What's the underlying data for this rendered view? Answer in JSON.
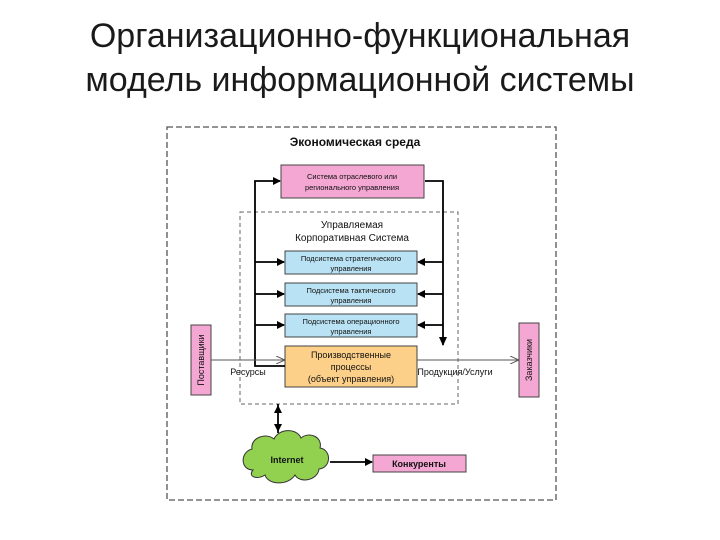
{
  "title": {
    "line1": "Организационно-функциональная",
    "line2": "модель информационной системы"
  },
  "diagram": {
    "outer_label": "Экономическая среда",
    "corporate_label_line1": "Управляемая",
    "corporate_label_line2": "Корпоративная Система",
    "branch_mgmt_line1": "Система отраслевого или",
    "branch_mgmt_line2": "регионального управления",
    "strategic_line1": "Подсистема стратегического",
    "strategic_line2": "управления",
    "tactical_line1": "Подсистема тактического",
    "tactical_line2": "управления",
    "operational_line1": "Подсистема операционного",
    "operational_line2": "управления",
    "production_line1": "Производственные",
    "production_line2": "процессы",
    "production_line3": "(объект управления)",
    "suppliers": "Поставщики",
    "customers": "Заказчики",
    "resources": "Ресурсы",
    "products": "Продукция/Услуги",
    "internet": "Internet",
    "competitors": "Конкуренты"
  },
  "colors": {
    "pink": "#f4a7d2",
    "blue": "#b9e3f4",
    "orange": "#fdd089"
  }
}
